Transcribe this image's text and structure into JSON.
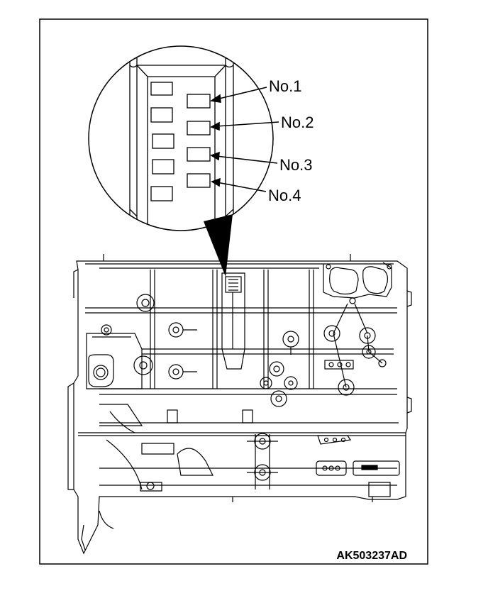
{
  "diagram": {
    "callouts": [
      {
        "label": "No.1"
      },
      {
        "label": "No.2"
      },
      {
        "label": "No.3"
      },
      {
        "label": "No.4"
      }
    ],
    "figure_code": "AK503237AD"
  },
  "colors": {
    "line": "#000000",
    "background": "#ffffff"
  }
}
